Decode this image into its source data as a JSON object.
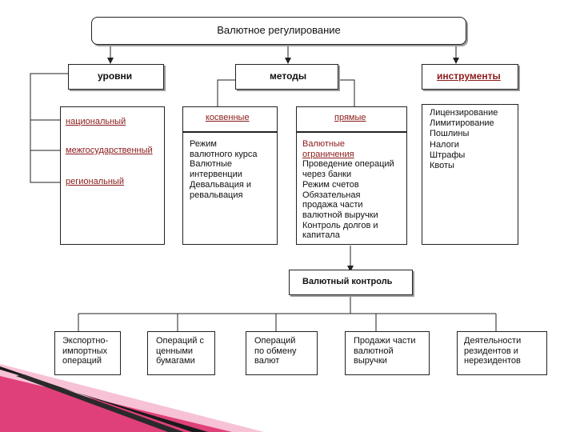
{
  "title": "Валютное регулирование",
  "headers": {
    "levels": "уровни",
    "methods": "методы",
    "instruments": "инструменты"
  },
  "levels": [
    "национальный",
    "межгосударственный",
    "региональный"
  ],
  "methods": {
    "indirect": {
      "label": "косвенные",
      "lines": [
        "Режим",
        "валютного курса",
        "Валютные",
        "интервенции",
        "Девальвация и",
        "ревальвация"
      ]
    },
    "direct": {
      "label": "прямые",
      "heading_lines": [
        "Валютные",
        "ограничения"
      ],
      "lines": [
        "Проведение операций",
        "через банки",
        "Режим счетов",
        "Обязательная",
        "продажа части",
        "валютной выручки",
        "Контроль долгов и",
        "капитала"
      ]
    }
  },
  "instruments": [
    "Лицензирование",
    "Лимитирование",
    "Пошлины",
    "Налоги",
    "Штрафы",
    "Квоты"
  ],
  "control": "Валютный контроль",
  "control_items": [
    [
      "Экспортно-",
      "импортных",
      "операций"
    ],
    [
      "Операций с",
      "ценными",
      "бумагами"
    ],
    [
      "Операций",
      "по обмену",
      "валют"
    ],
    [
      "Продажи части",
      "валютной",
      "выручки"
    ],
    [
      "Деятельности",
      "резидентов и",
      "нерезидентов"
    ]
  ],
  "colors": {
    "link": "#8b1a1a",
    "border": "#222222",
    "shadow": "#9a9a9a",
    "accent_pink": "#e0407a",
    "accent_dark": "#1a1a1a"
  }
}
